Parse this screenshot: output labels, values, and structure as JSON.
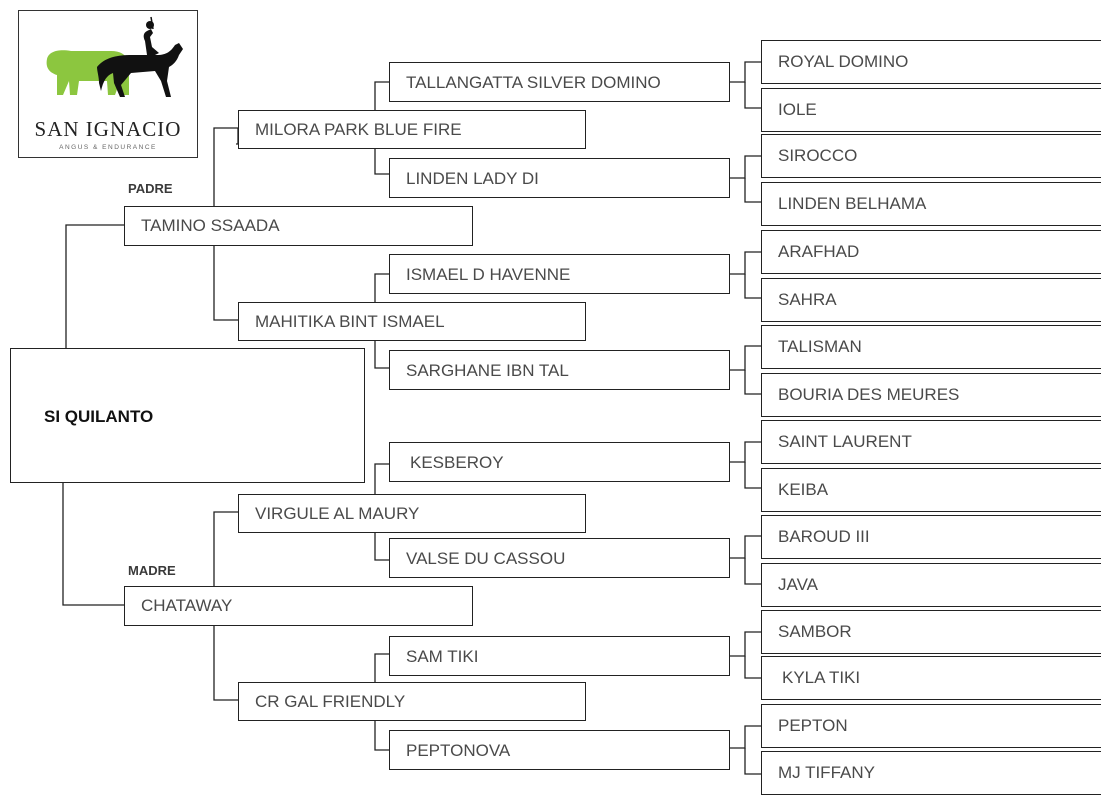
{
  "logo": {
    "name": "SAN IGNACIO",
    "tagline": "ANGUS & ENDURANCE"
  },
  "labels": {
    "sire": "PADRE",
    "dam": "MADRE"
  },
  "subject": "SI QUILANTO",
  "gen1": {
    "sire": "TAMINO SSAADA",
    "dam": "CHATAWAY"
  },
  "gen2": {
    "sire_sire": "MILORA PARK BLUE FIRE",
    "sire_dam": "MAHITIKA BINT ISMAEL",
    "dam_sire": "VIRGULE AL MAURY",
    "dam_dam": "CR GAL FRIENDLY"
  },
  "gen3": [
    "TALLANGATTA SILVER DOMINO",
    "LINDEN LADY DI",
    "ISMAEL D HAVENNE",
    "SARGHANE IBN TAL",
    "KESBEROY",
    "VALSE DU CASSOU",
    "SAM TIKI",
    "PEPTONOVA"
  ],
  "gen4": [
    "ROYAL DOMINO",
    "IOLE",
    "SIROCCO",
    "LINDEN BELHAMA",
    "ARAFHAD",
    "SAHRA",
    "TALISMAN",
    "BOURIA DES MEURES",
    "SAINT LAURENT",
    "KEIBA",
    "BAROUD III",
    "JAVA",
    "SAMBOR",
    "KYLA TIKI",
    "PEPTON",
    "MJ TIFFANY"
  ]
}
